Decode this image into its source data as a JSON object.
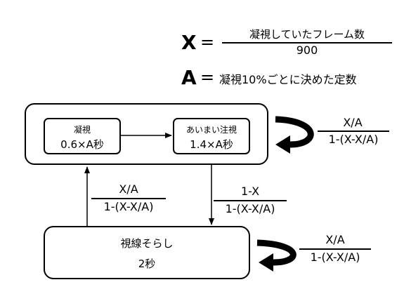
{
  "formula_x": {
    "variable": "X",
    "equals": "=",
    "numerator": "凝視していたフレーム数",
    "denominator": "900"
  },
  "formula_a": {
    "variable": "A",
    "equals": "=",
    "definition": "凝視10%ごとに決めた定数"
  },
  "states": {
    "gaze": {
      "label": "凝視",
      "duration": "0.6×A秒"
    },
    "vague": {
      "label": "あいまい注視",
      "duration": "1.4×A秒"
    },
    "averted": {
      "label": "視線そらし",
      "duration": "2秒"
    }
  },
  "transitions": {
    "top_self": {
      "numerator": "X/A",
      "denominator": "1-(X-X/A)"
    },
    "up_left": {
      "numerator": "X/A",
      "denominator": "1-(X-X/A)"
    },
    "down_right": {
      "numerator": "1-X",
      "denominator": "1-(X-X/A)"
    },
    "bottom_self": {
      "numerator": "X/A",
      "denominator": "1-(X-X/A)"
    }
  }
}
